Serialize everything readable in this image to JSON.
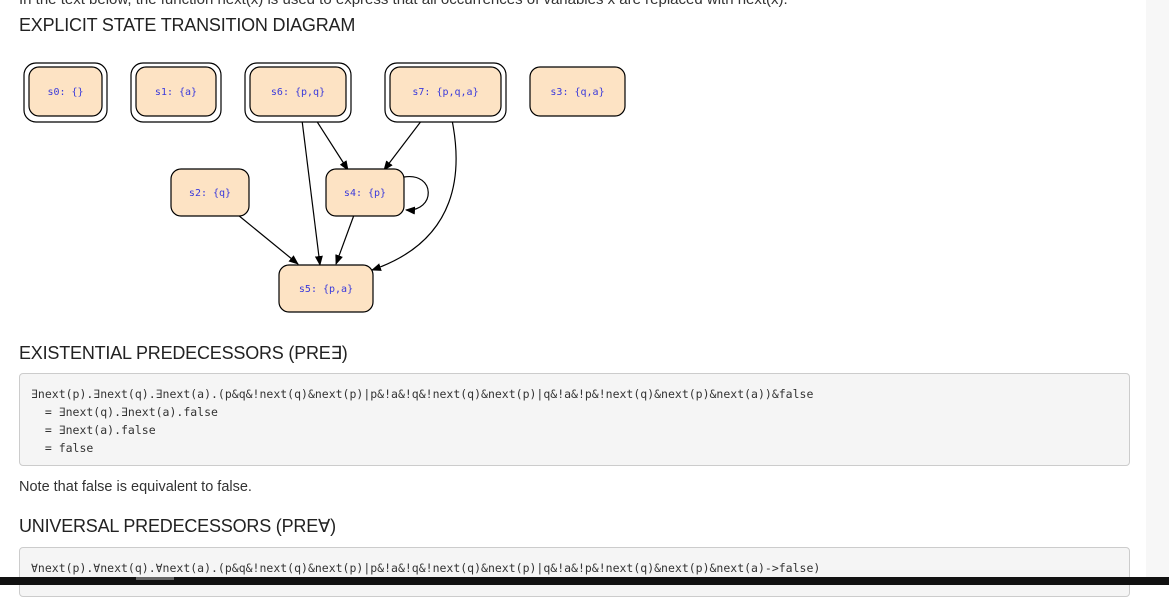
{
  "header": {
    "cut_line": "In the text below, the function next(x) is used to express that all occurrences of variables x are replaced with next(x)."
  },
  "sections": {
    "diagram_title": "EXPLICIT STATE TRANSITION DIAGRAM",
    "existential_title": "EXISTENTIAL PREDECESSORS (PRE∃)",
    "universal_title": "UNIVERSAL PREDECESSORS (PRE∀)"
  },
  "diagram": {
    "node_fill": "#fde3c4",
    "label_color": "#3a3adb",
    "nodes": [
      {
        "id": "s0",
        "label": "s0: {}",
        "initial": true
      },
      {
        "id": "s1",
        "label": "s1: {a}",
        "initial": true
      },
      {
        "id": "s6",
        "label": "s6: {p,q}",
        "initial": true
      },
      {
        "id": "s7",
        "label": "s7: {p,q,a}",
        "initial": true
      },
      {
        "id": "s3",
        "label": "s3: {q,a}",
        "initial": false
      },
      {
        "id": "s2",
        "label": "s2: {q}",
        "initial": false
      },
      {
        "id": "s4",
        "label": "s4: {p}",
        "initial": false
      },
      {
        "id": "s5",
        "label": "s5: {p,a}",
        "initial": false
      }
    ],
    "edges": [
      {
        "from": "s6",
        "to": "s4"
      },
      {
        "from": "s6",
        "to": "s5"
      },
      {
        "from": "s7",
        "to": "s4"
      },
      {
        "from": "s7",
        "to": "s5"
      },
      {
        "from": "s2",
        "to": "s5"
      },
      {
        "from": "s4",
        "to": "s5"
      },
      {
        "from": "s4",
        "to": "s4"
      }
    ]
  },
  "existential": {
    "lines": [
      "∃next(p).∃next(q).∃next(a).(p&q&!next(q)&next(p)|p&!a&!q&!next(q)&next(p)|q&!a&!p&!next(q)&next(p)&next(a))&false",
      "  = ∃next(q).∃next(a).false",
      "  = ∃next(a).false",
      "  = false"
    ]
  },
  "note": "Note that false is equivalent to false.",
  "universal": {
    "lines": [
      "∀next(p).∀next(q).∀next(a).(p&q&!next(q)&next(p)|p&!a&!q&!next(q)&next(p)|q&!a&!p&!next(q)&next(p)&next(a)->false)"
    ]
  }
}
